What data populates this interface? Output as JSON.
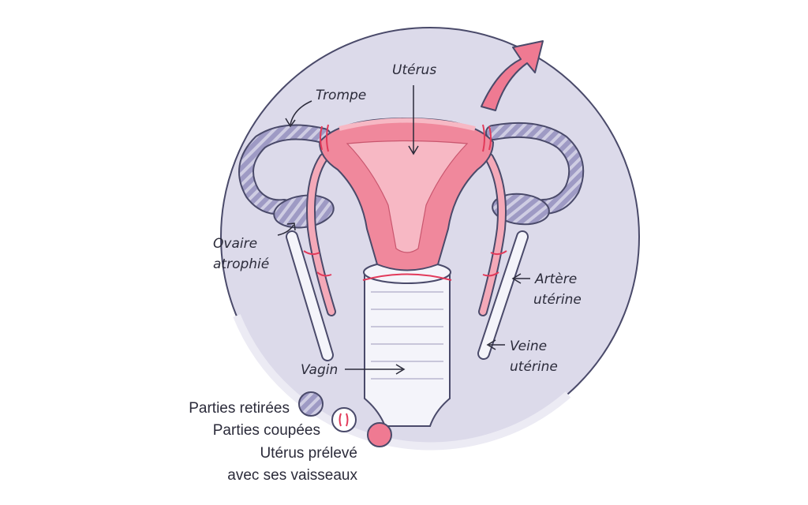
{
  "labels": {
    "uterus": "Utérus",
    "trompe": "Trompe",
    "ovaire_line1": "Ovaire",
    "ovaire_line2": "atrophié",
    "artere_line1": "Artère",
    "artere_line2": "utérine",
    "veine_line1": "Veine",
    "veine_line2": "utérine",
    "vagin": "Vagin"
  },
  "legend": {
    "removed": "Parties retirées",
    "cut": "Parties coupées",
    "taken_line1": "Utérus prélevé",
    "taken_line2": "avec ses vaisseaux"
  },
  "colors": {
    "background_circle": "#dcdaea",
    "circle_outline": "#4a4a6a",
    "uterus_pink": "#f0889c",
    "uterus_light": "#f7b8c4",
    "removed_purple": "#9e9ac4",
    "arrow_pink": "#ef7a92",
    "vessel_white": "#f4f4fa"
  }
}
